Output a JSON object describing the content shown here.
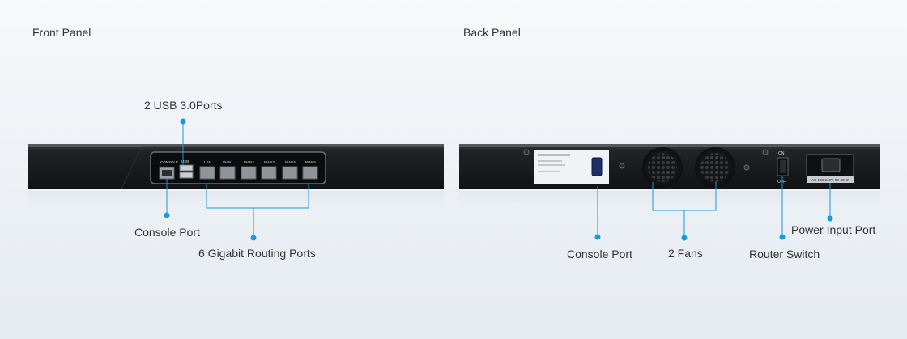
{
  "front": {
    "title": "Front Panel",
    "labels": {
      "usb": "2 USB 3.0Ports",
      "console": "Console Port",
      "routing": "6 Gigabit Routing Ports"
    },
    "port_labels": [
      "CONSOLE",
      "USB",
      "LAN",
      "WAN1",
      "WAN2",
      "WAN3",
      "WAN4",
      "WAN5"
    ]
  },
  "back": {
    "title": "Back Panel",
    "labels": {
      "console": "Console Port",
      "fans": "2 Fans",
      "switch": "Router Switch",
      "power": "Power Input Port"
    },
    "switch_on": "ON",
    "switch_off": "OFF",
    "power_rating": "AC 100-240V, 50-60Hz"
  },
  "colors": {
    "accent": "#1a9ad6",
    "device_body": "#1b1c1f",
    "text": "#333333"
  }
}
